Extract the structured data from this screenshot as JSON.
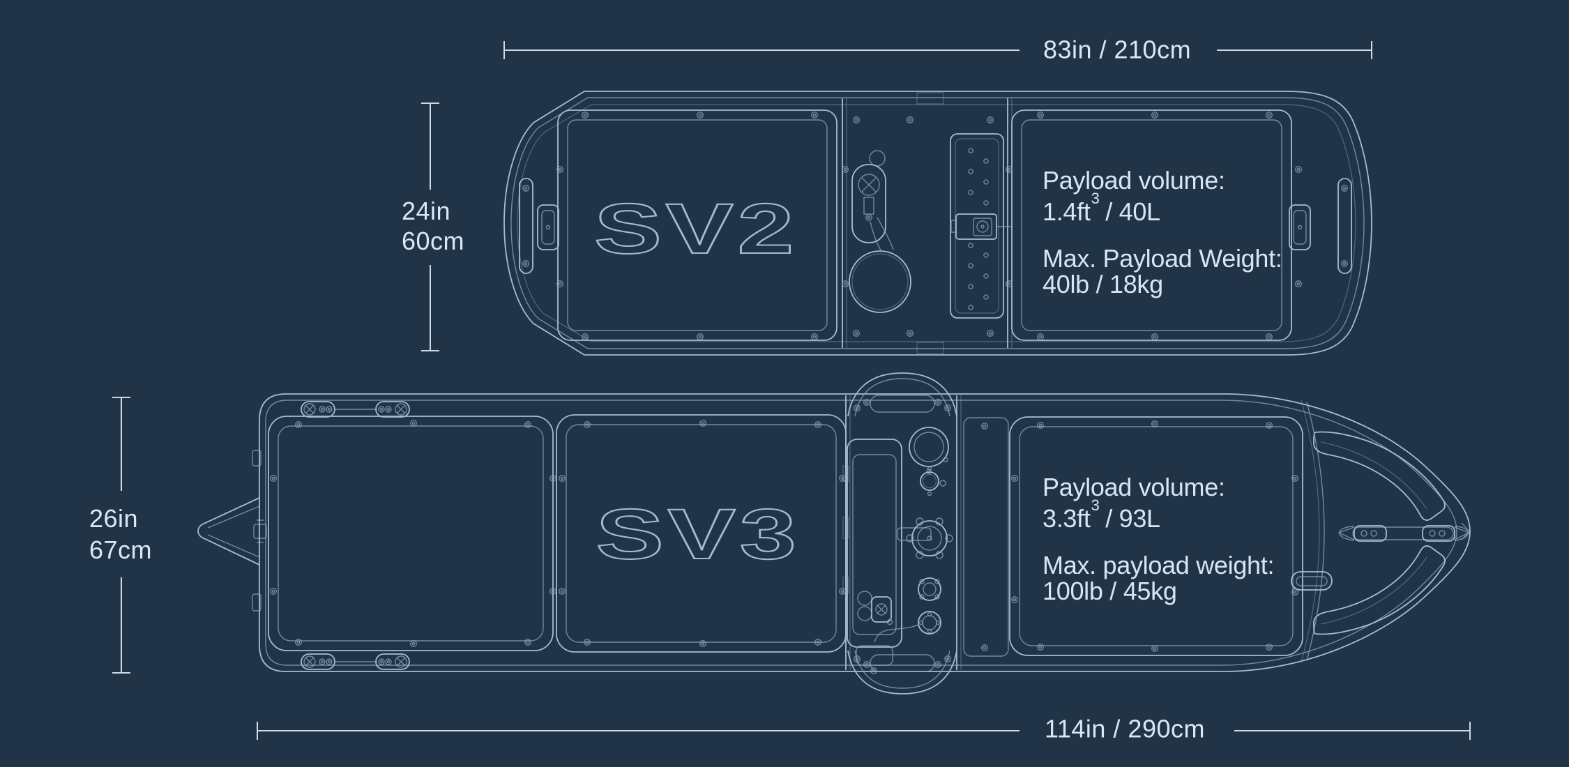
{
  "colors": {
    "background": "#213447",
    "line": "#8da6c0",
    "line_bright": "#a6bcd3",
    "dimension_line": "#ccdaea",
    "text": "#dce7f3"
  },
  "sv2": {
    "name": "SV2",
    "length_label": "83in / 210cm",
    "beam_in": "24in",
    "beam_cm": "60cm",
    "payload": {
      "volume_label": "Payload volume:",
      "volume_prefix": "1.4ft",
      "volume_sup": "3",
      "volume_suffix": " / 40L",
      "weight_label": "Max. Payload Weight:",
      "weight_value": "40lb / 18kg"
    }
  },
  "sv3": {
    "name": "SV3",
    "length_label": "114in / 290cm",
    "beam_in": "26in",
    "beam_cm": "67cm",
    "payload": {
      "volume_label": "Payload volume:",
      "volume_prefix": "3.3ft",
      "volume_sup": "3",
      "volume_suffix": " / 93L",
      "weight_label": "Max. payload weight:",
      "weight_value": "100lb / 45kg"
    }
  }
}
